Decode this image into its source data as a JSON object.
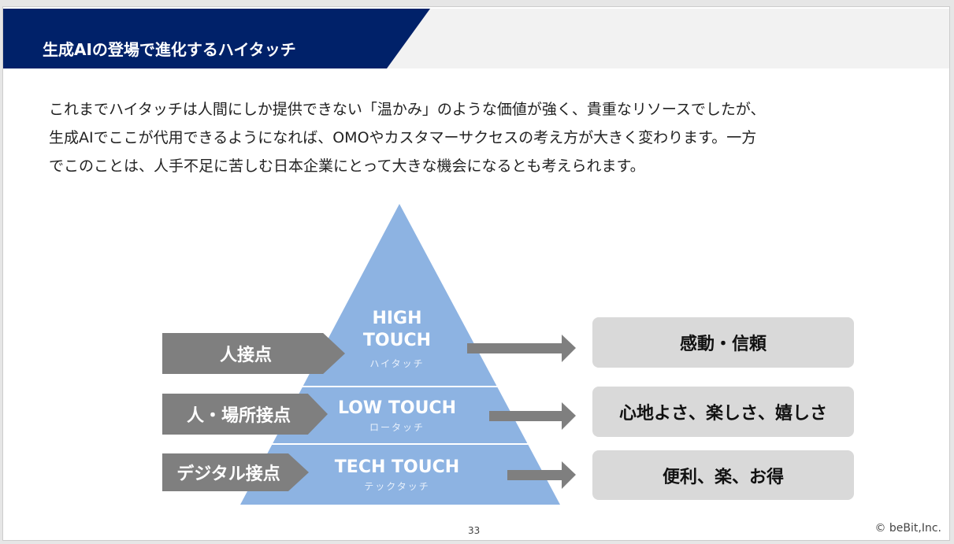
{
  "header": {
    "title": "生成AIの登場で進化するハイタッチ"
  },
  "body": {
    "lines": [
      "これまでハイタッチは人間にしか提供できない「温かみ」のような価値が強く、貴重なリソースでしたが、",
      "生成AIでここが代用できるようになれば、OMOやカスタマーサクセスの考え方が大きく変わります。一方",
      "でこのことは、人手不足に苦しむ日本企業にとって大きな機会になるとも考えられます。"
    ]
  },
  "pyramid": {
    "levels": [
      {
        "title_1": "HIGH",
        "title_2": "TOUCH",
        "kana": "ハイタッチ",
        "touchpoint": "人接点",
        "value": "感動・信頼"
      },
      {
        "title": "LOW TOUCH",
        "kana": "ロータッチ",
        "touchpoint": "人・場所接点",
        "value": "心地よさ、楽しさ、嬉しさ"
      },
      {
        "title": "TECH TOUCH",
        "kana": "テックタッチ",
        "touchpoint": "デジタル接点",
        "value": "便利、楽、お得"
      }
    ]
  },
  "footer": {
    "page": "33",
    "copyright": "© beBit,Inc."
  },
  "colors": {
    "navy": "#002169",
    "pyramid": "#8db3e2",
    "arrow": "#7f7f7f",
    "box": "#d9d9d9"
  }
}
